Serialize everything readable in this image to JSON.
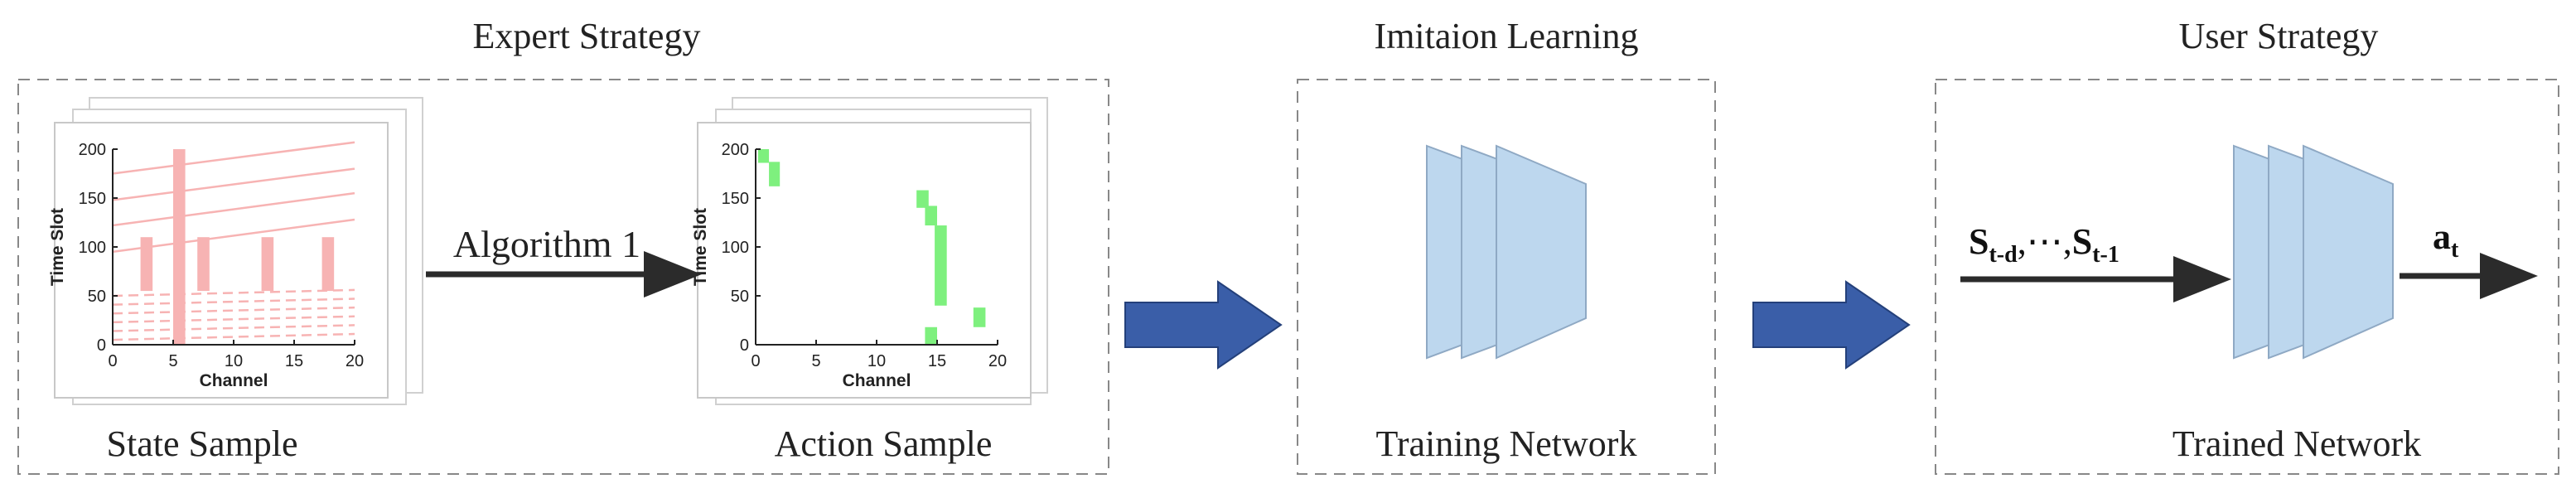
{
  "sections": {
    "expert": {
      "title": "Expert Strategy",
      "state_label": "State Sample",
      "action_label": "Action Sample",
      "arrow_label": "Algorithm 1"
    },
    "imitation": {
      "title": "Imitaion Learning",
      "network_label": "Training Network"
    },
    "user": {
      "title": "User Strategy",
      "network_label": "Trained Network",
      "input_main": "S",
      "input_sub1": "t-d",
      "input_mid": ",⋯,",
      "input_sub2": "t-1",
      "output_main": "a",
      "output_sub": "t"
    }
  },
  "colors": {
    "state_marks": "#f7b3b3",
    "action_marks": "#7ef07e",
    "network_fill": "#bdd7ee",
    "block_arrow": "#3a5ea8",
    "dashed_border": "#888888"
  },
  "chart_data": [
    {
      "type": "heatmap",
      "name": "state-sample",
      "xlabel": "Channel",
      "ylabel": "Time Slot",
      "xlim": [
        0,
        20
      ],
      "ylim": [
        0,
        200
      ],
      "xticks": [
        "0",
        "5",
        "10",
        "15",
        "20"
      ],
      "yticks": [
        "0",
        "50",
        "100",
        "150",
        "200"
      ],
      "bars": [
        {
          "x0": 2.3,
          "x1": 3.3,
          "y0": 55,
          "y1": 110
        },
        {
          "x0": 5.0,
          "x1": 6.0,
          "y0": 0,
          "y1": 200
        },
        {
          "x0": 7.0,
          "x1": 8.0,
          "y0": 55,
          "y1": 110
        },
        {
          "x0": 12.3,
          "x1": 13.3,
          "y0": 55,
          "y1": 110
        },
        {
          "x0": 17.3,
          "x1": 18.3,
          "y0": 55,
          "y1": 110
        }
      ],
      "lines": [
        {
          "y_start": 95,
          "y_end": 128
        },
        {
          "y_start": 122,
          "y_end": 155
        },
        {
          "y_start": 148,
          "y_end": 180
        },
        {
          "y_start": 175,
          "y_end": 207
        }
      ],
      "dashes_y": [
        5,
        14,
        23,
        32,
        41,
        50
      ]
    },
    {
      "type": "heatmap",
      "name": "action-sample",
      "xlabel": "Channel",
      "ylabel": "Time Slot",
      "xlim": [
        0,
        20
      ],
      "ylim": [
        0,
        200
      ],
      "xticks": [
        "0",
        "5",
        "10",
        "15",
        "20"
      ],
      "yticks": [
        "0",
        "50",
        "100",
        "150",
        "200"
      ],
      "cells": [
        {
          "x0": 0.2,
          "x1": 1.1,
          "y0": 186,
          "y1": 200
        },
        {
          "x0": 1.1,
          "x1": 2.0,
          "y0": 162,
          "y1": 187
        },
        {
          "x0": 13.3,
          "x1": 14.3,
          "y0": 140,
          "y1": 158
        },
        {
          "x0": 14.0,
          "x1": 15.0,
          "y0": 122,
          "y1": 142
        },
        {
          "x0": 14.8,
          "x1": 15.8,
          "y0": 40,
          "y1": 122
        },
        {
          "x0": 14.0,
          "x1": 15.0,
          "y0": 0,
          "y1": 18
        },
        {
          "x0": 18.0,
          "x1": 19.0,
          "y0": 18,
          "y1": 38
        }
      ]
    }
  ]
}
